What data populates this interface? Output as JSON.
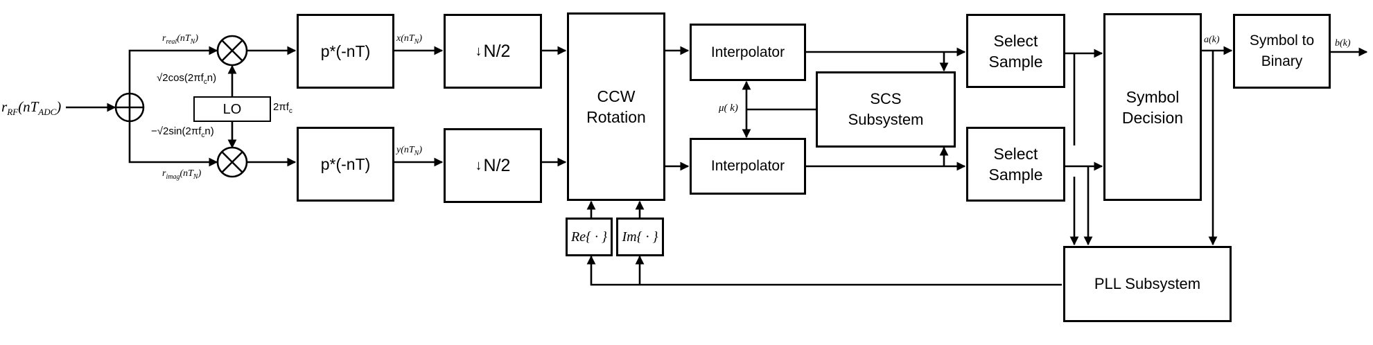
{
  "blocks": {
    "matched_filter_top": "p*(-nT)",
    "matched_filter_bottom": "p*(-nT)",
    "downsample_top": "N/2",
    "downsample_bottom": "N/2",
    "downsample_symbol": "↓",
    "ccw_rotation": "CCW\nRotation",
    "interpolator_top": "Interpolator",
    "interpolator_bottom": "Interpolator",
    "scs_subsystem": "SCS\nSubsystem",
    "select_sample_top": "Select\nSample",
    "select_sample_bottom": "Select\nSample",
    "symbol_decision": "Symbol\nDecision",
    "symbol_to_binary": "Symbol to\nBinary",
    "lo": "LO",
    "real_part": "Re{ · }",
    "imag_part": "Im{ · }",
    "pll_subsystem": "PLL Subsystem"
  },
  "signals": {
    "input": "r",
    "input_sub": "RF",
    "input_arg": "(nT",
    "input_arg_sub": "ADC",
    "input_arg_end": ")",
    "r_real": "r",
    "r_real_sub": "real",
    "r_real_arg": "(nT",
    "r_real_arg_sub": "N",
    "r_real_arg_end": ")",
    "r_imag": "r",
    "r_imag_sub": "imag",
    "r_imag_arg": "(nT",
    "r_imag_arg_sub": "N",
    "r_imag_arg_end": ")",
    "cos_term": "√2cos(2πf",
    "cos_sub": "c",
    "cos_end": "n)",
    "sin_term": "−√2sin(2πf",
    "sin_sub": "c",
    "sin_end": "n)",
    "lo_input": "2πf",
    "lo_input_sub": "c",
    "x_out": "x(nT",
    "x_out_sub": "N",
    "x_out_end": ")",
    "y_out": "y(nT",
    "y_out_sub": "N",
    "y_out_end": ")",
    "mu": "μ( k)",
    "a_k": "a(k)",
    "b_k": "b(k)"
  }
}
